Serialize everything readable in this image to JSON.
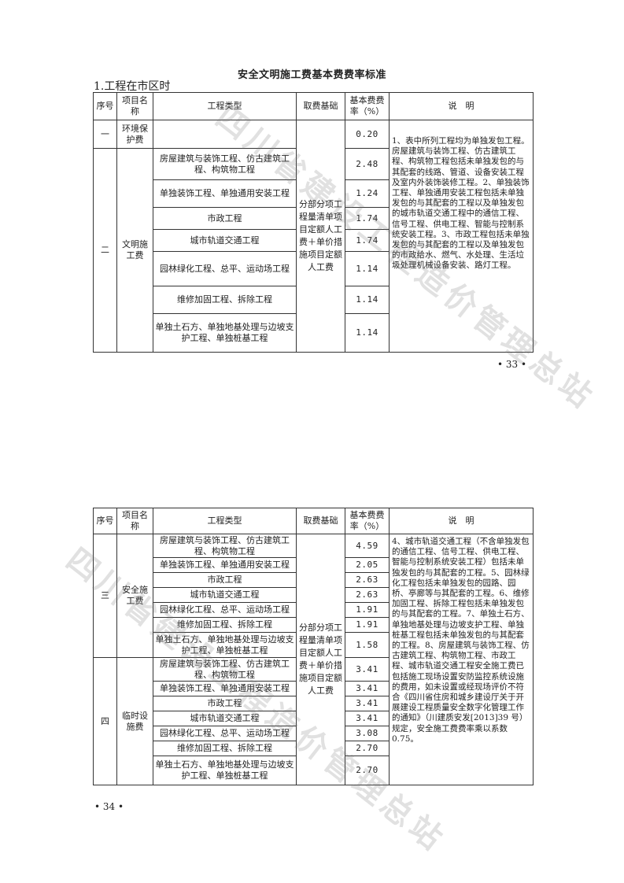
{
  "title": "安全文明施工费基本费费率标准",
  "subtitle": "1.工程在市区时",
  "headers": {
    "seq": "序号",
    "item": "项目名称",
    "type": "工程类型",
    "base": "取费基础",
    "rate": "基本费费率（%）",
    "note": "说　明"
  },
  "table1": {
    "row1": {
      "seq": "一",
      "item": "环境保护费",
      "rate": "0.20"
    },
    "group2": {
      "seq": "二",
      "item": "文明施工费"
    },
    "base": "分部分项工程量清单项目定额人工费＋单价措施项目定额人工费",
    "rows": [
      {
        "type": "房屋建筑与装饰工程、仿古建筑工程、构筑物工程",
        "rate": "2.48"
      },
      {
        "type": "单独装饰工程、单独通用安装工程",
        "rate": "1.24"
      },
      {
        "type": "市政工程",
        "rate": "1.74"
      },
      {
        "type": "城市轨道交通工程",
        "rate": "1.74"
      },
      {
        "type": "园林绿化工程、总平、运动场工程",
        "rate": "1.14"
      },
      {
        "type": "维修加固工程、拆除工程",
        "rate": "1.14"
      },
      {
        "type": "单独土石方、单独地基处理与边坡支护工程、单独桩基工程",
        "rate": "1.14"
      }
    ],
    "note": "1、表中所列工程均为单独发包工程。房屋建筑与装饰工程、仿古建筑工程、构筑物工程包括未单独发包的与其配套的线路、管道、设备安装工程及室内外装饰装修工程。2、单独装饰工程、单独通用安装工程包括未单独发包的与其配套的工程以及单独发包的城市轨道交通工程中的通信工程、信号工程、供电工程、智能与控制系统安装工程。3、市政工程包括未单独发包的与其配套的工程以及单独发包的市政给水、燃气、水处理、生活垃圾处理机械设备安装、路灯工程。"
  },
  "page1": "• 33 •",
  "table2": {
    "group3": {
      "seq": "三",
      "item": "安全施工费"
    },
    "group4": {
      "seq": "四",
      "item": "临时设施费"
    },
    "base": "分部分项工程量清单项目定额人工费＋单价措施项目定额人工费",
    "rows3": [
      {
        "type": "房屋建筑与装饰工程、仿古建筑工程、构筑物工程",
        "rate": "4.59"
      },
      {
        "type": "单独装饰工程、单独通用安装工程",
        "rate": "2.05"
      },
      {
        "type": "市政工程",
        "rate": "2.63"
      },
      {
        "type": "城市轨道交通工程",
        "rate": "2.63"
      },
      {
        "type": "园林绿化工程、总平、运动场工程",
        "rate": "1.91"
      },
      {
        "type": "维修加固工程、拆除工程",
        "rate": "1.91"
      },
      {
        "type": "单独土石方、单独地基处理与边坡支护工程、单独桩基工程",
        "rate": "1.58"
      }
    ],
    "rows4": [
      {
        "type": "房屋建筑与装饰工程、仿古建筑工程、构筑物工程",
        "rate": "3.41"
      },
      {
        "type": "单独装饰工程、单独通用安装工程",
        "rate": "3.41"
      },
      {
        "type": "市政工程",
        "rate": "3.41"
      },
      {
        "type": "城市轨道交通工程",
        "rate": "3.41"
      },
      {
        "type": "园林绿化工程、总平、运动场工程",
        "rate": "3.08"
      },
      {
        "type": "维修加固工程、拆除工程",
        "rate": "2.70"
      },
      {
        "type": "单独土石方、单独地基处理与边坡支护工程、单独桩基工程",
        "rate": "2.70"
      }
    ],
    "note": "4、城市轨道交通工程（不含单独发包的通信工程、信号工程、供电工程、智能与控制系统安装工程）包括未单独发包的与其配套的工程。5、园林绿化工程包括未单独发包的园路、园桥、亭廊等与其配套的工程。6、维修加固工程、拆除工程包括未单独发包的与其配套的工程。7、单独土石方、单独地基处理与边坡支护工程、单独桩基工程包括未单独发包的与其配套的工程。8、房屋建筑与装饰工程、仿古建筑工程、构筑物工程、市政工程、城市轨道交通工程安全施工费已包括施工现场设置安防监控系统设施的费用，如未设置或经现场评价不符合《四川省住房和城乡建设厅关于开展建设工程质量安全数字化管理工作的通知》（川建质安发[2013]39 号）规定，安全施工费费率乘以系数 0.75。"
  },
  "page2": "• 34 •",
  "watermark": "四川省建设工程造价管理总站"
}
